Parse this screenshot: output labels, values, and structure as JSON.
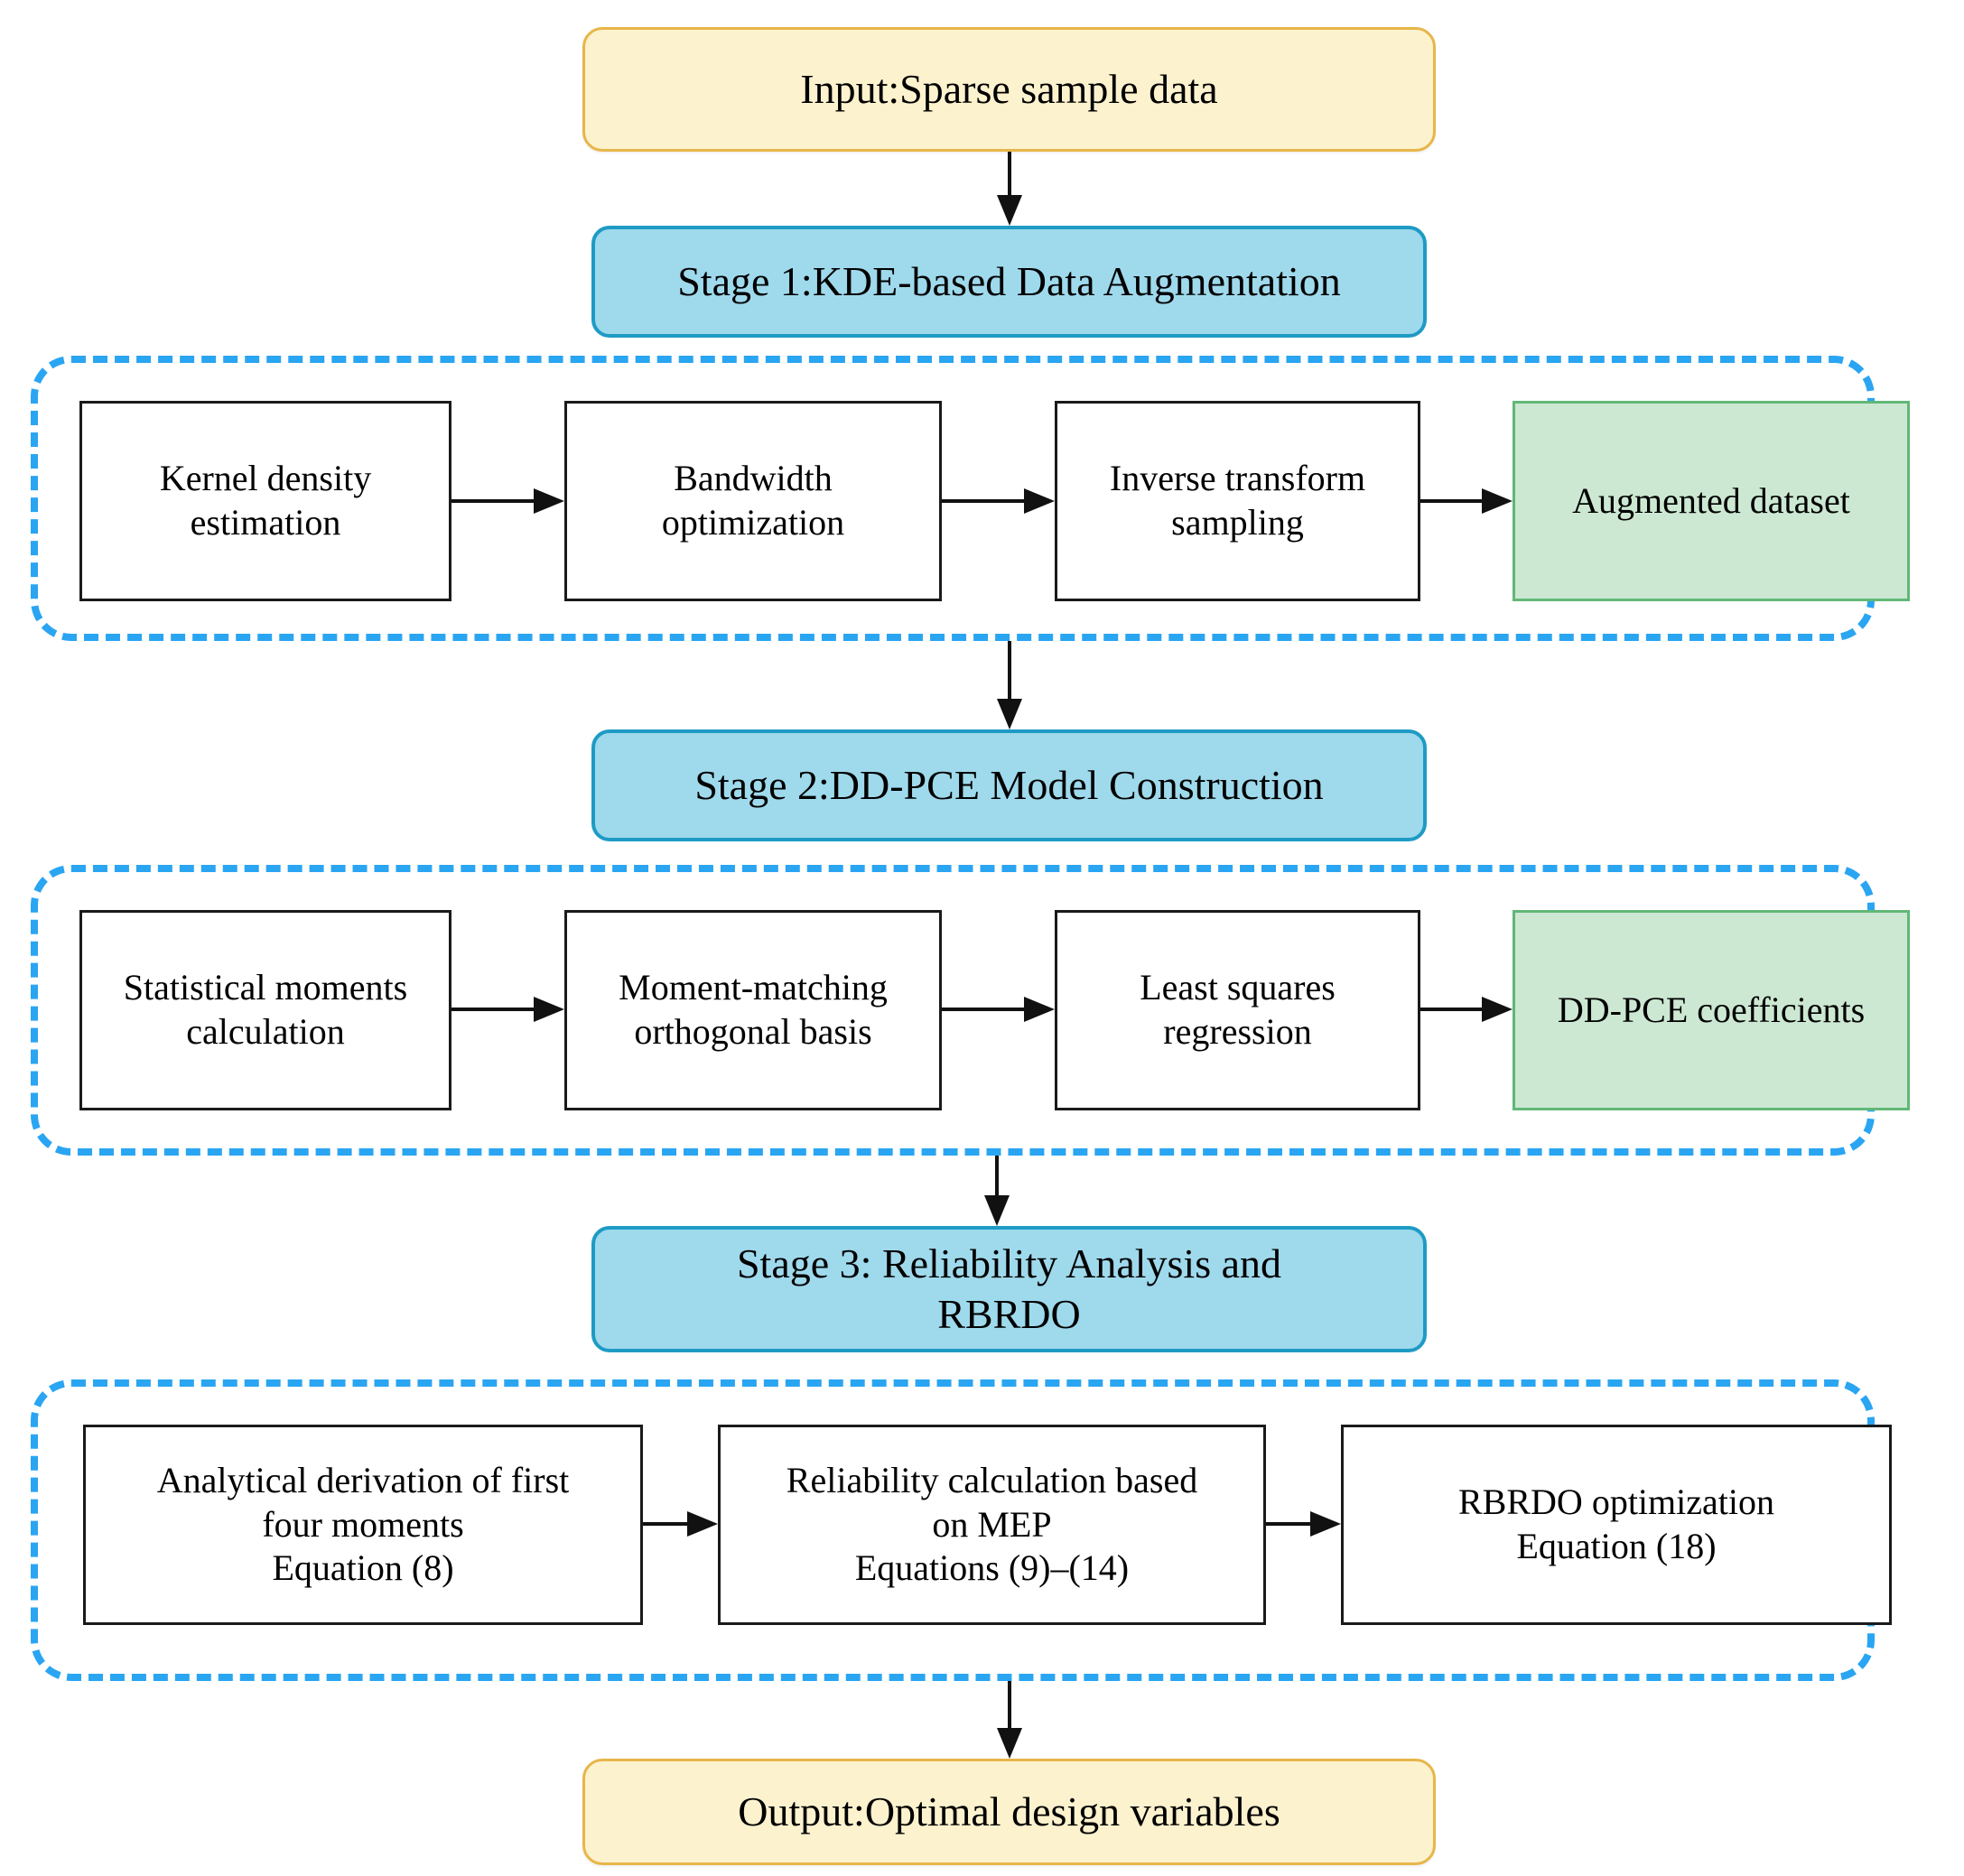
{
  "diagram": {
    "title": "Three-stage RBRDO framework flowchart",
    "colors": {
      "terminal_fill": "#FDF2CE",
      "terminal_border": "#E7B64A",
      "stage_fill": "#9FD9EC",
      "stage_border": "#1E9BC4",
      "process_fill": "#FFFFFF",
      "process_border": "#1A1A1A",
      "result_fill": "#CCE8D2",
      "result_border": "#61B877",
      "group_dash": "#2AA5F2",
      "arrow": "#111111",
      "background": "#FFFFFF"
    }
  },
  "nodes": {
    "input": {
      "label": "Input:Sparse sample data"
    },
    "stage1": {
      "label": "Stage 1:KDE-based Data Augmentation"
    },
    "stage2": {
      "label": "Stage 2:DD-PCE Model Construction"
    },
    "stage3": {
      "label": "Stage 3: Reliability Analysis and\nRBRDO"
    },
    "stage3_line1": {
      "label": "Stage 3: Reliability Analysis and"
    },
    "stage3_line2": {
      "label": "RBRDO"
    },
    "output": {
      "label": "Output:Optimal design variables"
    }
  },
  "groups": [
    {
      "id": "group-stage1",
      "steps": [
        {
          "id": "kernel-density-estimation",
          "kind": "process",
          "lines": [
            "Kernel density",
            "estimation"
          ]
        },
        {
          "id": "bandwidth-optimization",
          "kind": "process",
          "lines": [
            "Bandwidth",
            "optimization"
          ]
        },
        {
          "id": "inverse-transform-sampling",
          "kind": "process",
          "lines": [
            "Inverse transform",
            "sampling"
          ]
        },
        {
          "id": "augmented-dataset",
          "kind": "result",
          "lines": [
            "Augmented dataset"
          ]
        }
      ]
    },
    {
      "id": "group-stage2",
      "steps": [
        {
          "id": "statistical-moments-calculation",
          "kind": "process",
          "lines": [
            "Statistical moments",
            "calculation"
          ]
        },
        {
          "id": "moment-matching-orthogonal-basis",
          "kind": "process",
          "lines": [
            "Moment-matching",
            "orthogonal basis"
          ]
        },
        {
          "id": "least-squares-regression",
          "kind": "process",
          "lines": [
            "Least squares",
            "regression"
          ]
        },
        {
          "id": "dd-pce-coefficients",
          "kind": "result",
          "lines": [
            "DD-PCE coefficients"
          ]
        }
      ]
    },
    {
      "id": "group-stage3",
      "steps": [
        {
          "id": "analytical-derivation-first-four-moments",
          "kind": "process",
          "lines": [
            "Analytical derivation of first",
            "four moments",
            "Equation (8)"
          ]
        },
        {
          "id": "reliability-calculation-mep",
          "kind": "process",
          "lines": [
            "Reliability calculation based",
            "on MEP",
            "Equations (9)–(14)"
          ]
        },
        {
          "id": "rbrdo-optimization",
          "kind": "process",
          "lines": [
            "RBRDO optimization",
            "Equation (18)"
          ]
        }
      ]
    }
  ],
  "group_steps": {
    "g1s1_l1": "Kernel density",
    "g1s1_l2": "estimation",
    "g1s2_l1": "Bandwidth",
    "g1s2_l2": "optimization",
    "g1s3_l1": "Inverse transform",
    "g1s3_l2": "sampling",
    "g1s4_l1": "Augmented dataset",
    "g2s1_l1": "Statistical moments",
    "g2s1_l2": "calculation",
    "g2s2_l1": "Moment-matching",
    "g2s2_l2": "orthogonal basis",
    "g2s3_l1": "Least squares",
    "g2s3_l2": "regression",
    "g2s4_l1": "DD-PCE coefficients",
    "g3s1_l1": "Analytical derivation of first",
    "g3s1_l2": "four moments",
    "g3s1_l3": "Equation (8)",
    "g3s2_l1": "Reliability calculation based",
    "g3s2_l2": "on MEP",
    "g3s2_l3": "Equations (9)–(14)",
    "g3s3_l1": "RBRDO optimization",
    "g3s3_l2": "Equation (18)"
  }
}
